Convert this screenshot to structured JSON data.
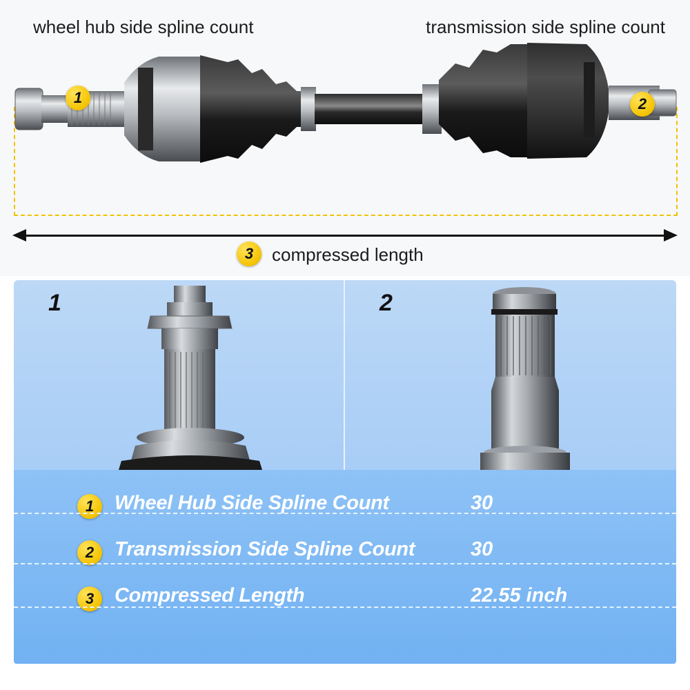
{
  "diagram": {
    "wheel_label": "wheel hub side spline count",
    "transmission_label": "transmission side spline count",
    "length_label": "compressed length",
    "markers": [
      "1",
      "2",
      "3"
    ]
  },
  "panels": [
    {
      "number": "1"
    },
    {
      "number": "2"
    }
  ],
  "specs": [
    {
      "marker": "1",
      "name": "Wheel Hub Side Spline Count",
      "value": "30"
    },
    {
      "marker": "2",
      "name": "Transmission Side Spline Count",
      "value": "30"
    },
    {
      "marker": "3",
      "name": "Compressed Length",
      "value": "22.55 inch"
    }
  ],
  "colors": {
    "badge": "#f4c200",
    "dash": "#f2c200",
    "panel_bg": "#a8cdf6",
    "table_bg": "#7ab8f4",
    "boot": "#1b1b1b"
  }
}
